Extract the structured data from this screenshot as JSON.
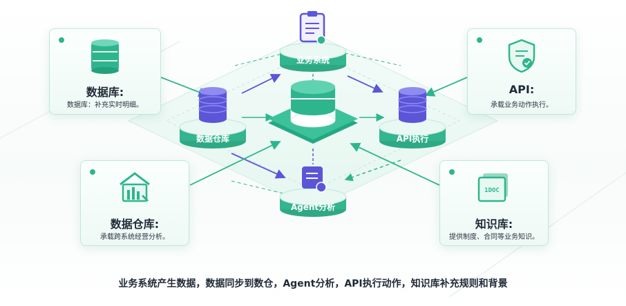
{
  "nodes": {
    "business": {
      "label": "业务系统"
    },
    "warehouse": {
      "label": "数据仓库"
    },
    "api": {
      "label": "API执行"
    },
    "agent": {
      "label": "Agent分析"
    }
  },
  "cards": {
    "database": {
      "title": "数据库:",
      "desc": "数据库：补充实时明细。"
    },
    "api": {
      "title": "API:",
      "desc": "承载业务动作执行。"
    },
    "warehouse": {
      "title": "数据仓库:",
      "desc": "承载跨系统经营分析。"
    },
    "knowledge": {
      "title": "知识库:",
      "desc": "提供制度、合同等业务知识。",
      "icon_text": "1DOC"
    }
  },
  "caption": "业务系统产生数据，数据同步到数仓，Agent分析，API执行动作，知识库补充规则和背景",
  "colors": {
    "teal": "#2fb58e",
    "purple": "#5b55d8",
    "dark": "#1f2a37"
  }
}
